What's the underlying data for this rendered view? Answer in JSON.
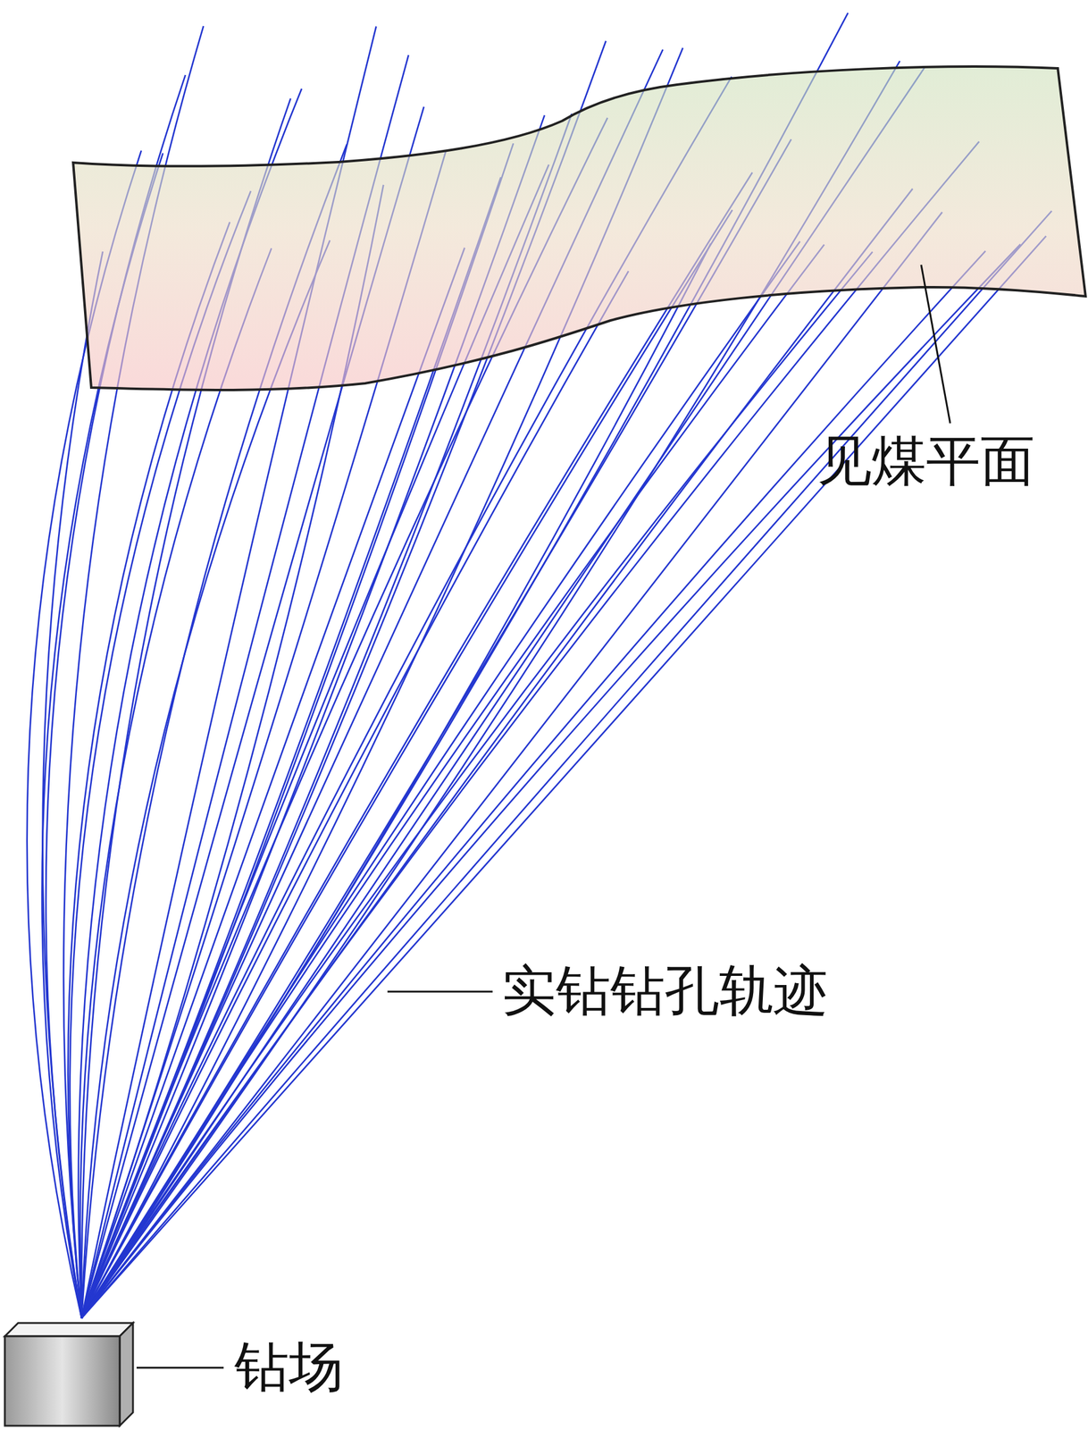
{
  "diagram": {
    "labels": [
      "见煤平面",
      "实钻钻孔轨迹",
      "钻场"
    ]
  }
}
